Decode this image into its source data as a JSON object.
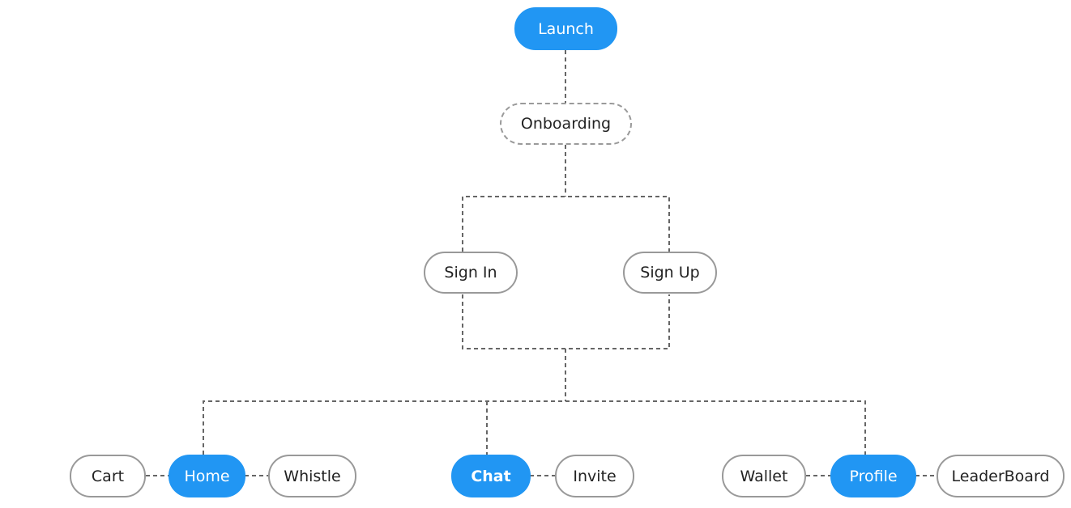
{
  "colors": {
    "primary": "#2196f3",
    "node_border": "#999999",
    "connector": "#666666"
  },
  "nodes": {
    "launch": "Launch",
    "onboarding": "Onboarding",
    "sign_in": "Sign In",
    "sign_up": "Sign Up",
    "cart": "Cart",
    "home": "Home",
    "whistle": "Whistle",
    "chat": "Chat",
    "invite": "Invite",
    "wallet": "Wallet",
    "profile": "Profile",
    "leaderboard": "LeaderBoard"
  }
}
